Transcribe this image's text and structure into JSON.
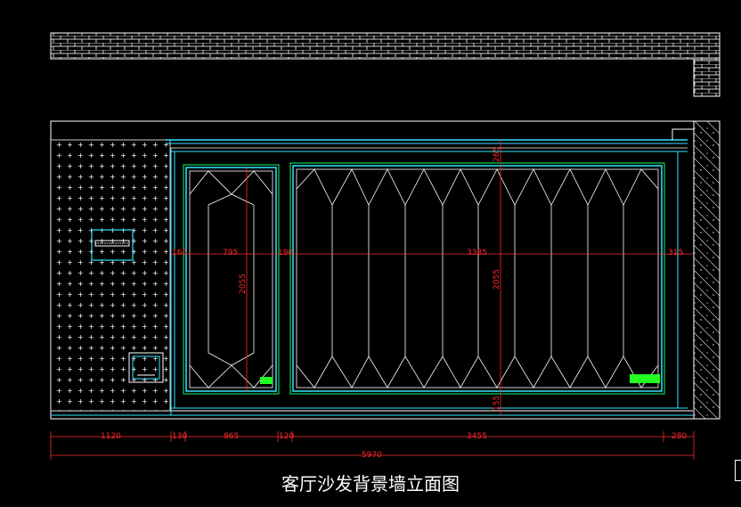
{
  "drawing": {
    "title": "客厅沙发背景墙立面图",
    "colors": {
      "background": "#000000",
      "outline": "#ffffff",
      "panel_frame": "#00ff66",
      "cyan_trim": "#33e6ff",
      "dimension": "#ff2a2a",
      "label_fill": "#22ff22"
    },
    "horizontal_dims": {
      "wall_total": "5970",
      "segments": [
        "1120",
        "130",
        "865",
        "120",
        "3455",
        "280"
      ]
    },
    "interior_dims": {
      "left_gap": "165",
      "small_panel_width": "795",
      "middle_gap": "190",
      "large_panel_width": "3385",
      "right_gap": "315",
      "top_gap": "265",
      "bottom_gap": "155",
      "small_panel_height": "2055",
      "large_panel_height": "2055"
    },
    "icons": {
      "switch_panel": "switch-panel-icon",
      "socket": "socket-icon",
      "hatch": "wall-hatch-icon"
    }
  }
}
